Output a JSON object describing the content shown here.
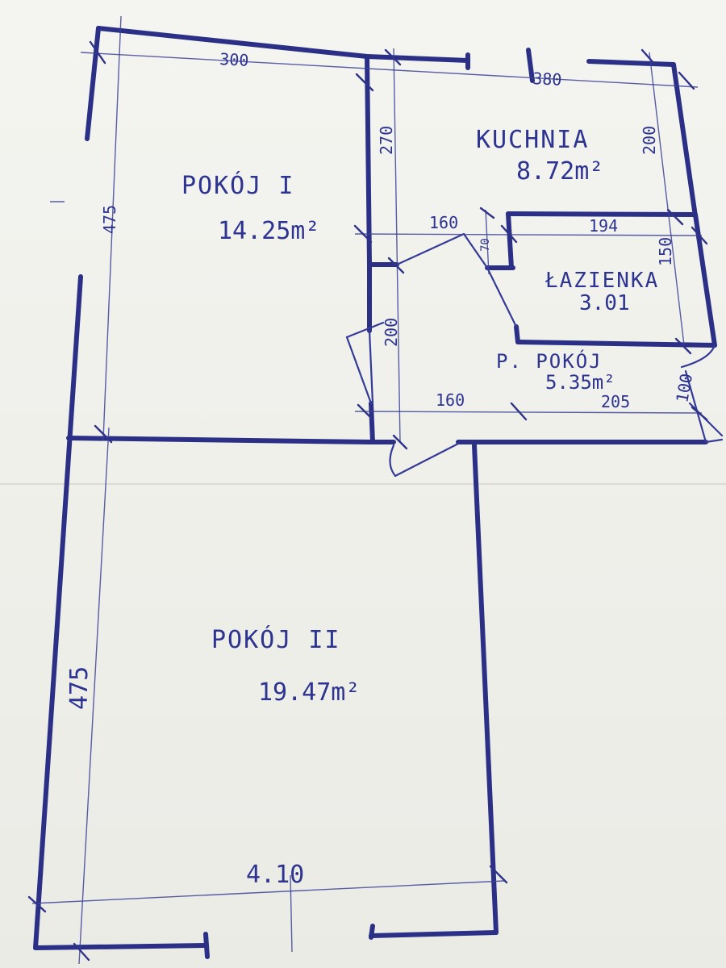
{
  "rooms": {
    "pokoj1": {
      "name": "POKÓJ I",
      "area": "14.25m²"
    },
    "kuchnia": {
      "name": "KUCHNIA",
      "area": "8.72m²"
    },
    "lazienka": {
      "name": "ŁAZIENKA",
      "area": "3.01"
    },
    "ppokoj": {
      "name": "P. POKÓJ",
      "area": "5.35m²"
    },
    "pokoj2": {
      "name": "POKÓJ II",
      "area": "19.47m²"
    }
  },
  "dimensions": {
    "top_left": "300",
    "top_right": "380",
    "pokoj1_height": "475",
    "hall_upper": "270",
    "kitchen_height": "200",
    "bath_left": "160",
    "bath_step": "70",
    "bath_width": "194",
    "bath_height": "150",
    "hall_lower": "200",
    "hall_bottom": "160",
    "ppokoj_bottom": "205",
    "entry": "100",
    "pokoj2_height": "475",
    "pokoj2_width": "4.10"
  }
}
